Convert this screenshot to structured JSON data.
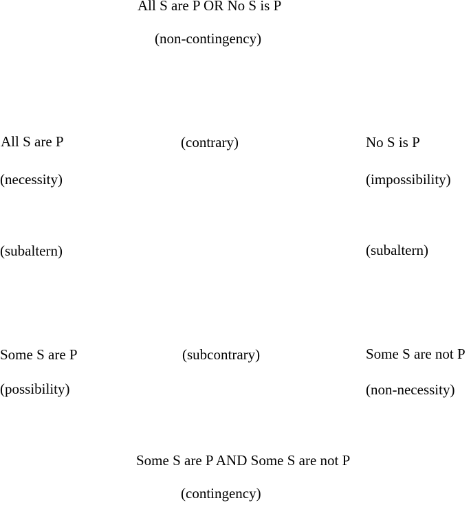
{
  "figure": {
    "background_color": "#ffffff",
    "text_color": "#000000",
    "nodes": {
      "non_contingency": {
        "statement": "All S are P OR No S is P",
        "label": "(non-contingency)"
      },
      "necessity": {
        "statement": "All S are P",
        "label": "(necessity)"
      },
      "impossibility": {
        "statement": "No S is P",
        "label": "(impossibility)"
      },
      "possibility": {
        "statement": "Some S are P",
        "label": "(possibility)"
      },
      "non_necessity": {
        "statement": "Some S are not P",
        "label": "(non-necessity)"
      },
      "contingency": {
        "statement": "Some S are P AND Some S are not P",
        "label": "(contingency)"
      }
    },
    "relations": {
      "contrary": "(contrary)",
      "subcontrary": "(subcontrary)",
      "subaltern_left": "(subaltern)",
      "subaltern_right": "(subaltern)"
    }
  }
}
